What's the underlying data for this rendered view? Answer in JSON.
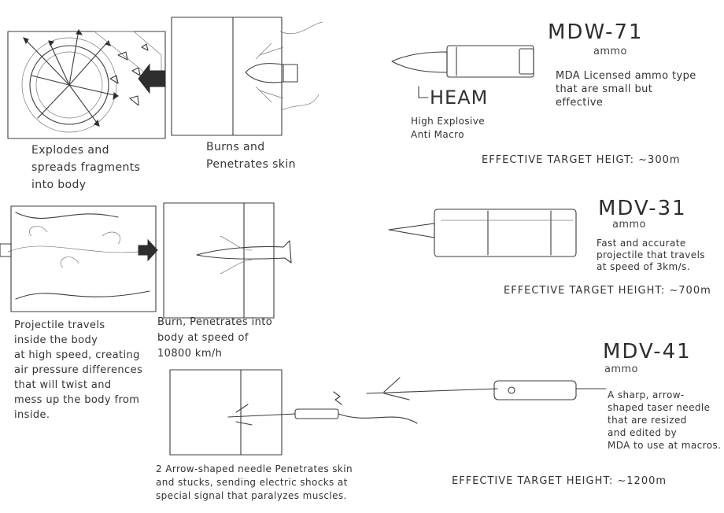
{
  "ammo_types": [
    {
      "name": "MDW-71",
      "kind": "ammo",
      "variant": "HEAM",
      "variant_expansion": "High Explosive\nAnti Macro",
      "description": "MDA Licensed ammo type\nthat are small but\neffective",
      "effective_height": "EFFECTIVE TARGET HEIGT: ~300m"
    },
    {
      "name": "MDV-31",
      "kind": "ammo",
      "description": "Fast and accurate\nprojectile that travels\nat speed of 3km/s.",
      "effective_height": "EFFECTIVE TARGET HEIGHT: ~700m"
    },
    {
      "name": "MDV-41",
      "kind": "ammo",
      "description": "A sharp, arrow-\nshaped taser needle\nthat are resized\nand edited by\nMDA to use at macros.",
      "effective_height": "EFFECTIVE TARGET HEIGHT: ~1200m"
    }
  ],
  "panels": {
    "explosion_caption": "Explodes and\nspreads fragments\ninto body",
    "burn_caption": "Burns and\nPenetrates skin",
    "pressure_caption": "Projectile travels\ninside the body\nat high speed, creating\nair pressure differences\nthat will twist and\nmess up the body from\ninside.",
    "penetrate_caption": "Burn, Penetrates into\nbody at speed of\n10800 km/h",
    "needle_caption": "2 Arrow-shaped needle Penetrates skin\nand stucks, sending electric shocks at\nspecial signal that paralyzes muscles."
  }
}
